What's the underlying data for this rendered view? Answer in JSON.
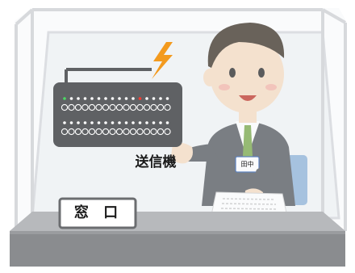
{
  "labels": {
    "transmitter": "送信機",
    "window_sign": "窓 口",
    "name_tag": "田中"
  },
  "icons": {
    "lightning": "lightning-bolt-icon",
    "transmitter": "transmitter-device-icon"
  },
  "colors": {
    "counter_gray": "#8a8c8f",
    "partition_frame": "#d7d9dc",
    "device_body": "#5f6164",
    "lightning": "#f39a1e",
    "suit": "#55585e",
    "tie": "#7aa84a",
    "skin": "#f7dcc2",
    "hair": "#3e3327",
    "chair": "#8fb3d9",
    "led_green": "#4cd964",
    "led_red": "#ff3b30"
  }
}
